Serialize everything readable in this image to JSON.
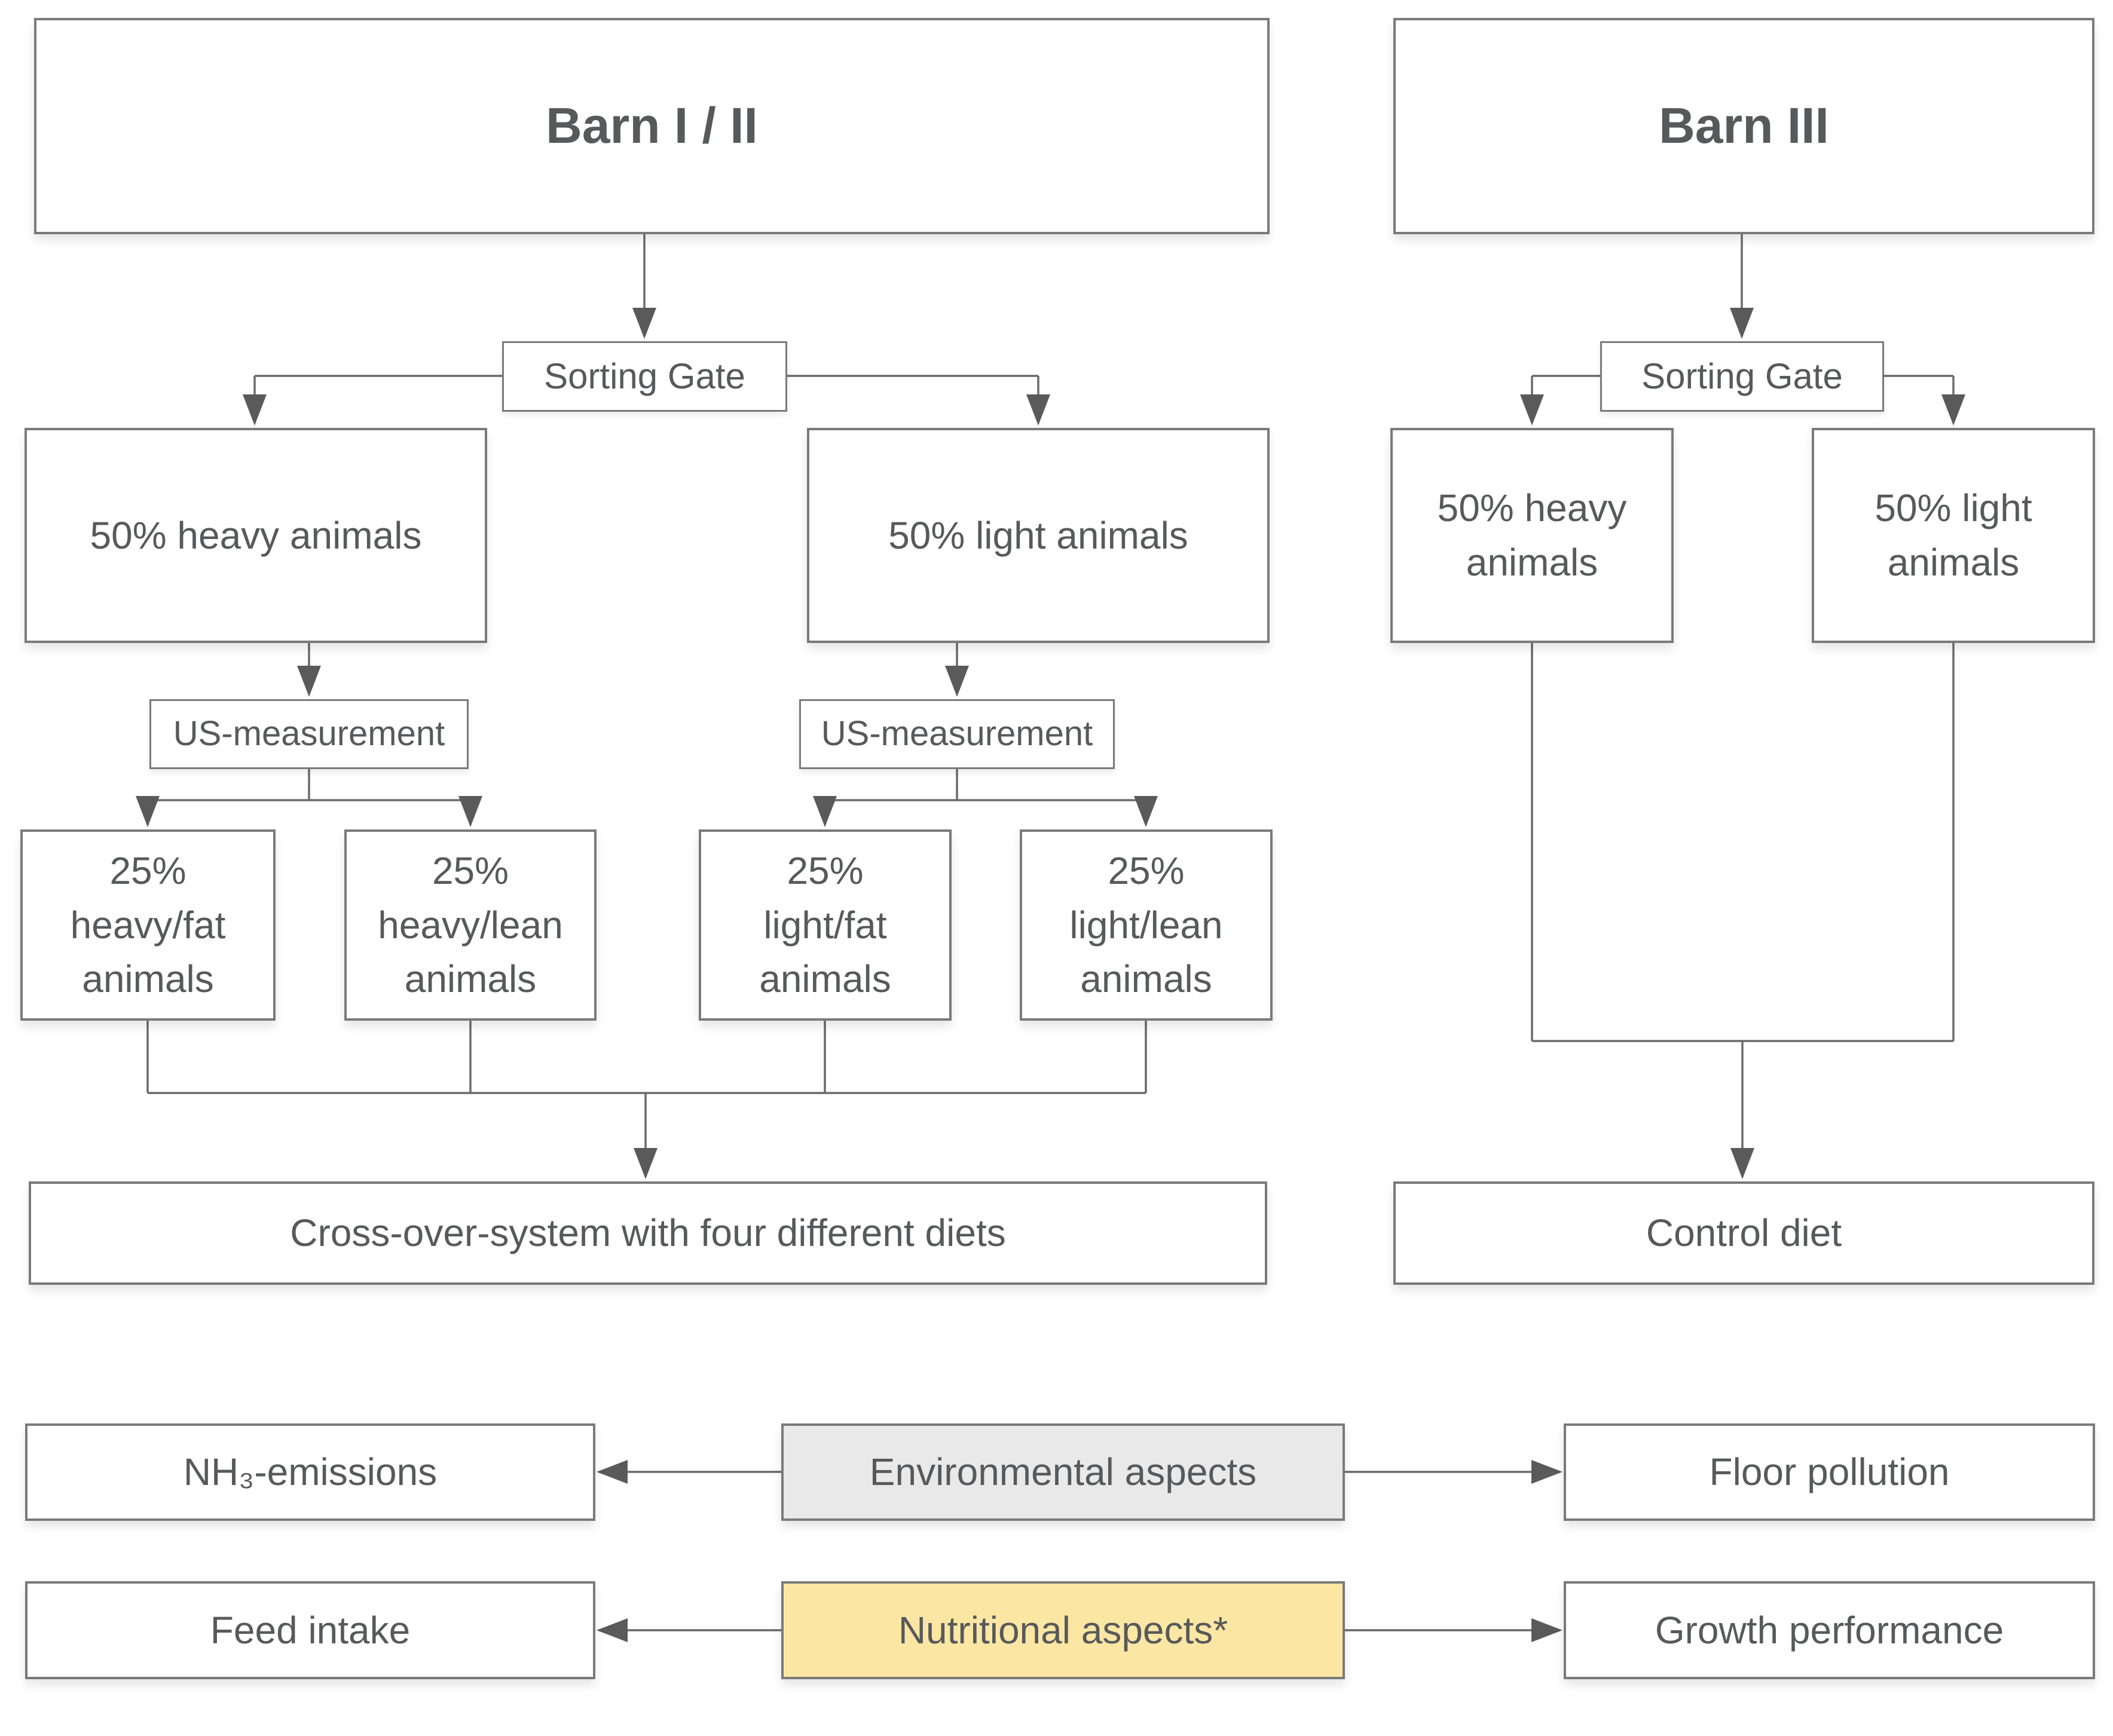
{
  "colors": {
    "line": "#6a6a6a",
    "text": "#58595b",
    "border": "#7a7a7a",
    "environment-fill": "#e9e9e9",
    "nutrition-fill": "#fbe7a3"
  },
  "nodes": {
    "barn12": "Barn I / II",
    "barn3": "Barn III",
    "sorting_gate_left": "Sorting Gate",
    "sorting_gate_right": "Sorting Gate",
    "heavy_left": "50% heavy animals",
    "light_left": "50% light animals",
    "heavy_right": "50% heavy\nanimals",
    "light_right": "50% light\nanimals",
    "us_left": "US-measurement",
    "us_right": "US-measurement",
    "group_heavy_fat": "25%\nheavy/fat\nanimals",
    "group_heavy_lean": "25%\nheavy/lean\nanimals",
    "group_light_fat": "25%\nlight/fat\nanimals",
    "group_light_lean": "25%\nlight/lean\nanimals",
    "crossover": "Cross-over-system with four different diets",
    "control": "Control diet",
    "nh3": "NH₃-emissions",
    "environment": "Environmental aspects",
    "floor": "Floor pollution",
    "feed": "Feed intake",
    "nutrition": "Nutritional aspects*",
    "growth": "Growth performance"
  }
}
